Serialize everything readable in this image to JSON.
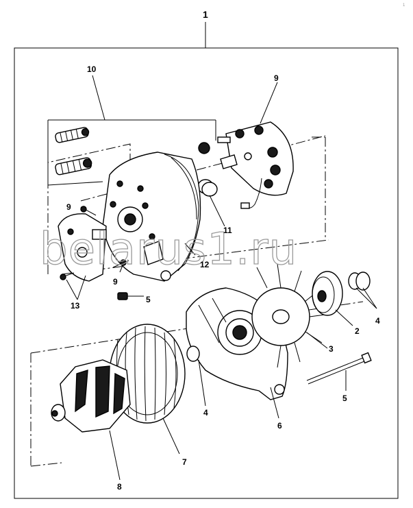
{
  "diagram": {
    "title_callout": "1",
    "callouts": {
      "c10": "10",
      "c9_top": "9",
      "c9_left": "9",
      "c9_mid": "9",
      "c11": "11",
      "c12": "12",
      "c13": "13",
      "c5_small": "5",
      "c4_right": "4",
      "c2": "2",
      "c3": "3",
      "c5_bolt": "5",
      "c4_bottom": "4",
      "c6": "6",
      "c7": "7",
      "c8": "8"
    },
    "watermark": "belarus1.ru",
    "corner_mark": "1",
    "colors": {
      "line": "#000000",
      "watermark": "#9a9a9a",
      "background": "#ffffff"
    }
  }
}
